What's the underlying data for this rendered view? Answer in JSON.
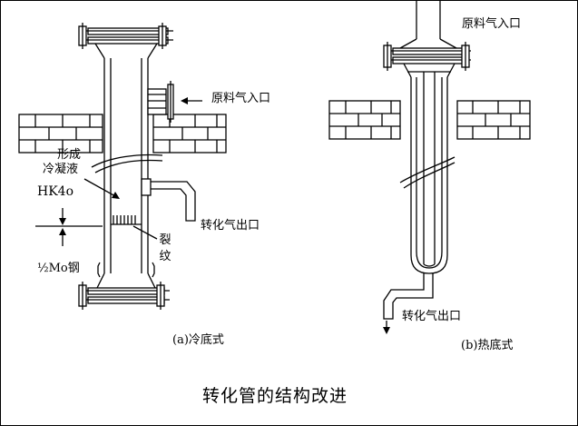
{
  "title": "转化管的结构改进",
  "left": {
    "caption": "(a)冷底式",
    "inlet_label": "原料气入口",
    "outlet_label": "转化气出口",
    "condensate_label": [
      "形成",
      "冷凝液"
    ],
    "material_top": "HK4o",
    "material_bottom": "½Mo钢",
    "crack_label": [
      "裂",
      "纹"
    ]
  },
  "right": {
    "caption": "(b)热底式",
    "inlet_label": "原料气入口",
    "outlet_label": "转化气出口"
  },
  "colors": {
    "line": "#000000",
    "background": "#ffffff"
  }
}
